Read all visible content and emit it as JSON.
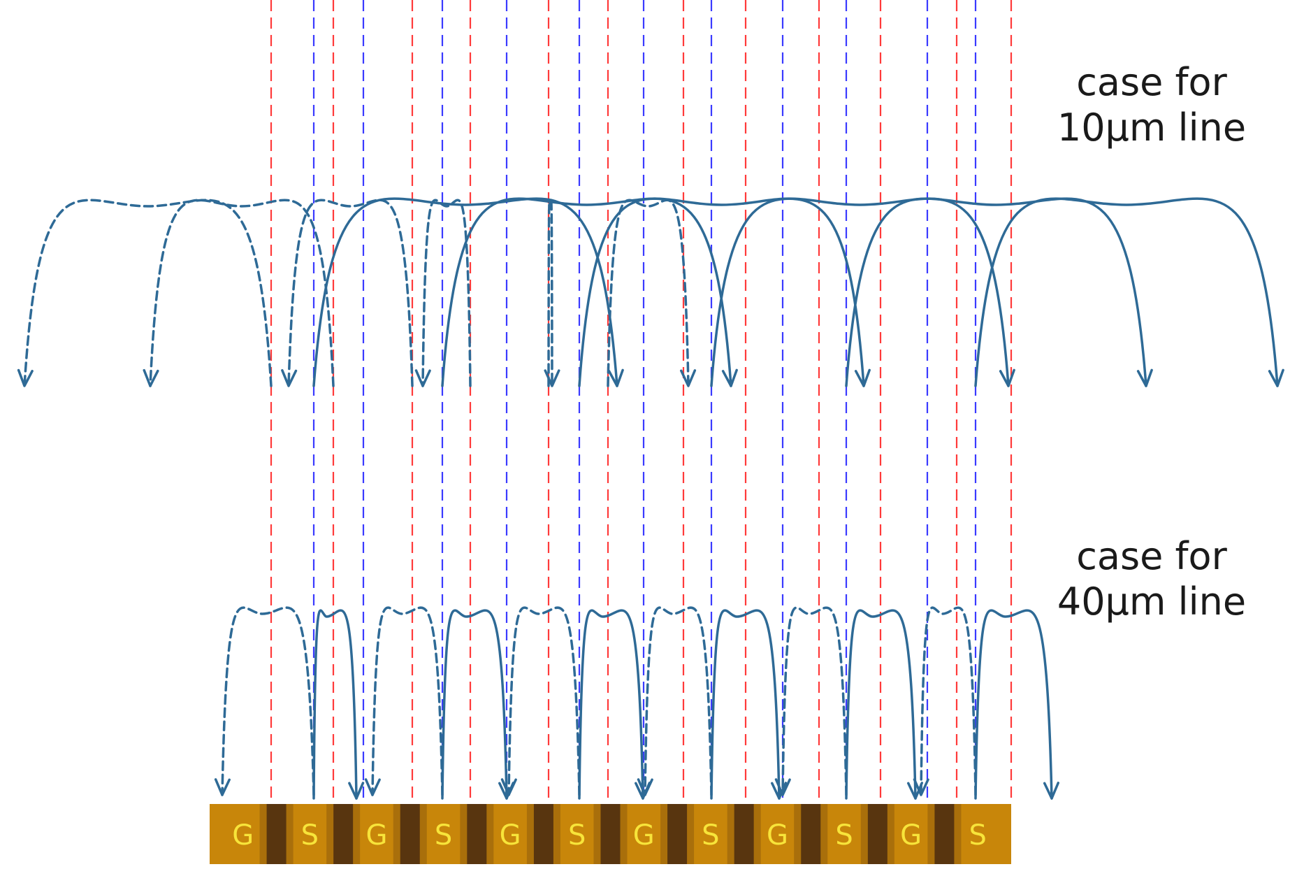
{
  "labels": {
    "case_10_line1": "case for",
    "case_10_line2": "10μm line",
    "case_40_line1": "case for",
    "case_40_line2": "40μm line"
  },
  "electrode_strip": {
    "cells": [
      "G",
      "S",
      "G",
      "S",
      "G",
      "S",
      "G",
      "S",
      "G",
      "S",
      "G",
      "S"
    ]
  },
  "colors": {
    "arc": "#2e6a96",
    "red_guide": "#ff3a3a",
    "blue_guide": "#3a3aff",
    "strip_fill": "#c8860a",
    "strip_dark": "#4a2a10",
    "cell_text": "#f7e43a"
  },
  "line_styles": {
    "dashed_arc": "dashed",
    "solid_arc": "solid",
    "guide_lines": "dashed"
  }
}
